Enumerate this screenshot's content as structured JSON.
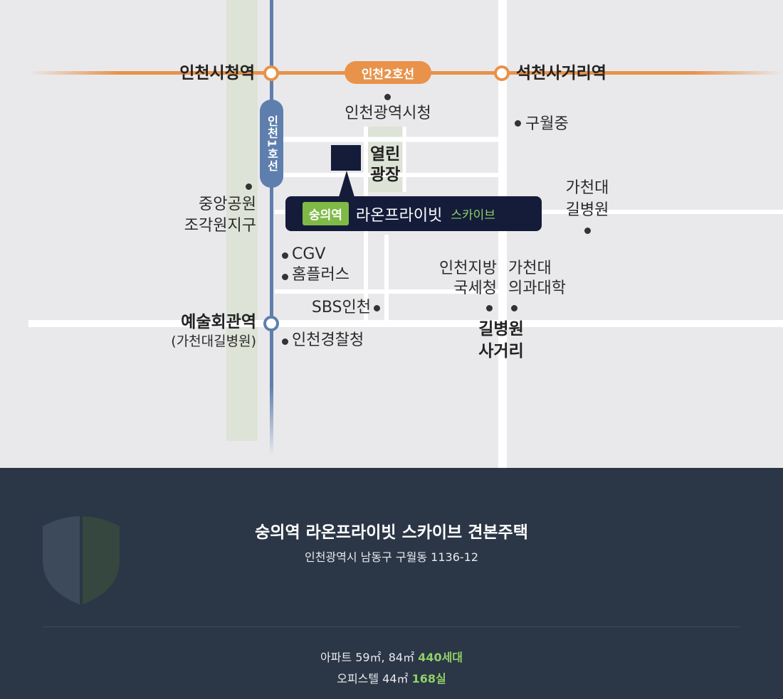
{
  "map": {
    "line2_label": "인천2호선",
    "line1_label": "인천1호선",
    "stations": {
      "incheon_city_hall": "인천시청역",
      "seokcheon": "석천사거리역",
      "arts_center": "예술회관역",
      "arts_center_sub": "(가천대길병원)"
    },
    "landmarks": {
      "metro_city_hall": "인천광역시청",
      "guwol_ms": "구월중",
      "open_square_1": "열린",
      "open_square_2": "광장",
      "central_park_1": "중앙공원",
      "central_park_2": "조각원지구",
      "gachon_hosp_1": "가천대",
      "gachon_hosp_2": "길병원",
      "cgv": "CGV",
      "homeplus": "홈플러스",
      "sbs": "SBS인천",
      "tax_office_1": "인천지방",
      "tax_office_2": "국세청",
      "gachon_med_1": "가천대",
      "gachon_med_2": "의과대학",
      "police": "인천경찰청",
      "gil_intersection_1": "길병원",
      "gil_intersection_2": "사거리"
    },
    "site": {
      "tag": "숭의역",
      "name": "라온프라이빗",
      "sub": "스카이브"
    },
    "colors": {
      "line2": "#e8924a",
      "line1": "#5e7fae",
      "site": "#141c3a",
      "accent_green": "#7fba47"
    }
  },
  "info": {
    "title": "숭의역 라온프라이빗 스카이브 견본주택",
    "address": "인천광역시 남동구 구월동 1136-12",
    "apt_label": "아파트 59㎡, 84㎡",
    "apt_units": "440세대",
    "officetel_label": "오피스텔 44㎡",
    "officetel_units": "168실"
  }
}
